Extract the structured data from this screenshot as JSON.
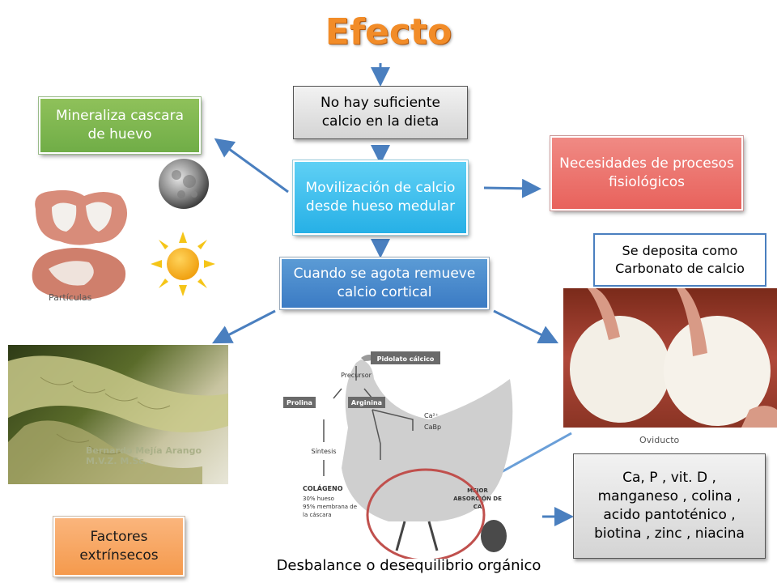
{
  "title": "Efecto",
  "nodes": {
    "no_calcio": "No hay suficiente calcio en la dieta",
    "movilizacion": "Movilización de calcio desde hueso medular",
    "cortical": "Cuando se agota remueve calcio cortical",
    "mineraliza": "Mineraliza cascara de huevo",
    "necesidades": "Necesidades de procesos fisiológicos",
    "carbonato": "Se deposita como Carbonato de calcio",
    "factores": "Factores extrínsecos",
    "nutrientes": "Ca, P , vit. D , manganeso , colina , acido pantoténico , biotina , zinc , niacina"
  },
  "captions": {
    "particulas": "Partículas",
    "oviducto": "Oviducto",
    "desbalance": "Desbalance o desequilibrio orgánico"
  },
  "hen_diagram": {
    "pidolato": "Pidolato cálcico",
    "precursor": "Precursor",
    "prolina": "Prolina",
    "arginina": "Arginina",
    "ca2": "Ca²⁺",
    "cabp": "CaBp",
    "sintesis": "Síntesis",
    "colageno": "COLÁGENO",
    "colageno_1": "30% hueso",
    "colageno_2": "95% membrana de",
    "colageno_3": "la cáscara",
    "mejor_1": "MEJOR",
    "mejor_2": "ABSORCIÓN DE",
    "mejor_3": "CA"
  },
  "photo_watermark": {
    "line1": "Bernardo Mejía Arango",
    "line2": "M.V.Z. M.Sc."
  },
  "colors": {
    "title": "#f28c28",
    "arrow": "#4a7fbf",
    "cyan_box": "#26b0e6",
    "blue_box": "#3b7bc4",
    "green_box": "#70ad47",
    "red_box": "#e8625c",
    "orange_box": "#f59a4d"
  }
}
